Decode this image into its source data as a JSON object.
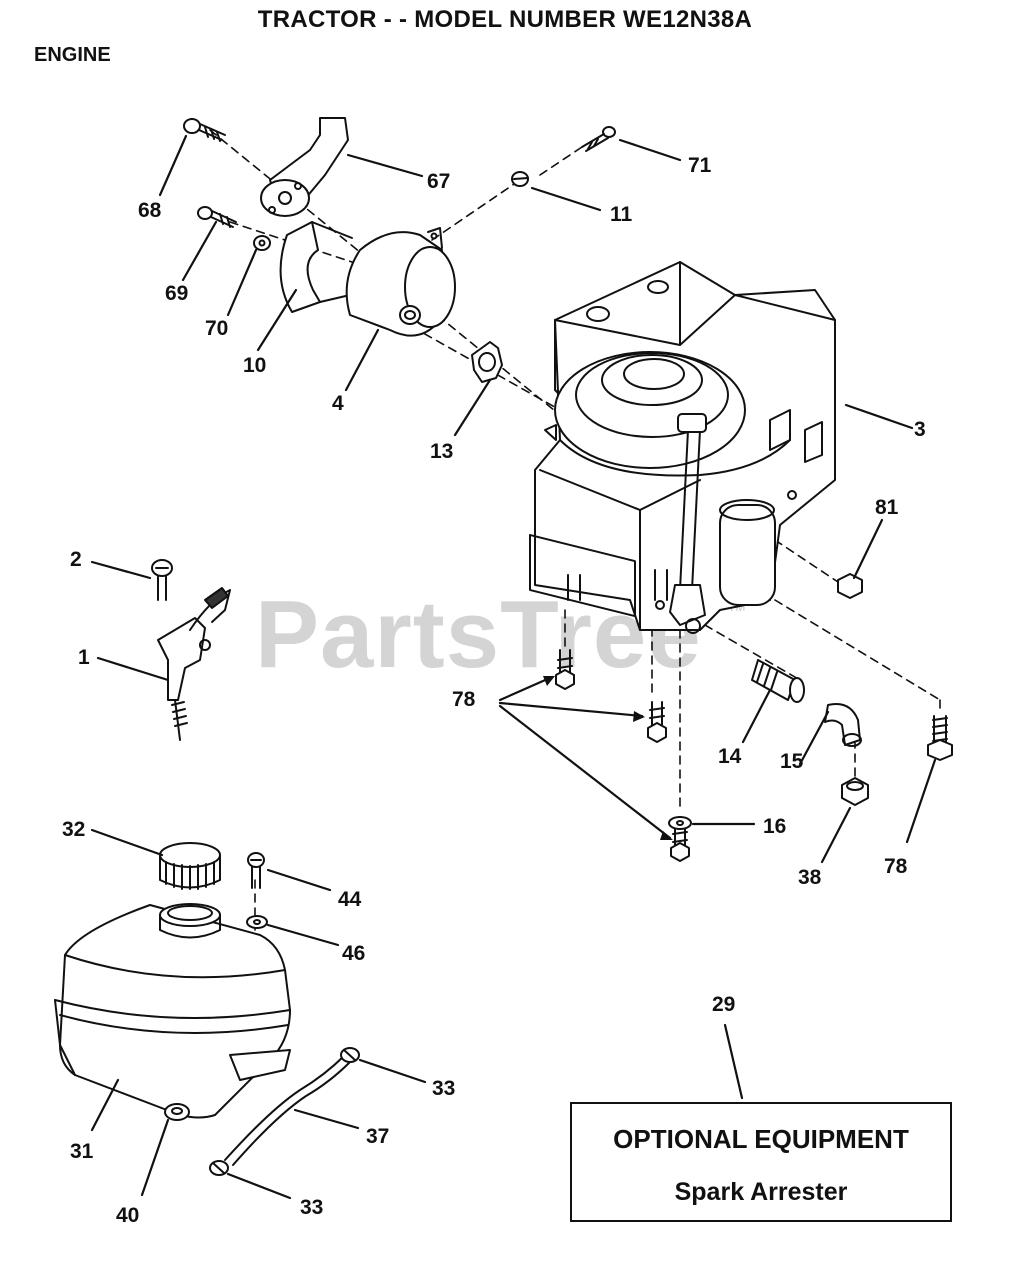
{
  "header": {
    "title": "TRACTOR - - MODEL NUMBER WE12N38A",
    "section": "ENGINE"
  },
  "watermark": {
    "text": "PartsTree",
    "trademark": "TM"
  },
  "parts": [
    {
      "id": "p1",
      "label": "1"
    },
    {
      "id": "p2",
      "label": "2"
    },
    {
      "id": "p3",
      "label": "3"
    },
    {
      "id": "p4",
      "label": "4"
    },
    {
      "id": "p10",
      "label": "10"
    },
    {
      "id": "p11",
      "label": "11"
    },
    {
      "id": "p13",
      "label": "13"
    },
    {
      "id": "p14",
      "label": "14"
    },
    {
      "id": "p15",
      "label": "15"
    },
    {
      "id": "p16",
      "label": "16"
    },
    {
      "id": "p29",
      "label": "29"
    },
    {
      "id": "p31",
      "label": "31"
    },
    {
      "id": "p32",
      "label": "32"
    },
    {
      "id": "p33a",
      "label": "33"
    },
    {
      "id": "p33b",
      "label": "33"
    },
    {
      "id": "p37",
      "label": "37"
    },
    {
      "id": "p38",
      "label": "38"
    },
    {
      "id": "p40",
      "label": "40"
    },
    {
      "id": "p44",
      "label": "44"
    },
    {
      "id": "p46",
      "label": "46"
    },
    {
      "id": "p67",
      "label": "67"
    },
    {
      "id": "p68",
      "label": "68"
    },
    {
      "id": "p69",
      "label": "69"
    },
    {
      "id": "p70",
      "label": "70"
    },
    {
      "id": "p71",
      "label": "71"
    },
    {
      "id": "p78a",
      "label": "78"
    },
    {
      "id": "p78b",
      "label": "78"
    },
    {
      "id": "p81",
      "label": "81"
    }
  ],
  "optional_equipment": {
    "title": "OPTIONAL EQUIPMENT",
    "item": "Spark Arrester"
  }
}
